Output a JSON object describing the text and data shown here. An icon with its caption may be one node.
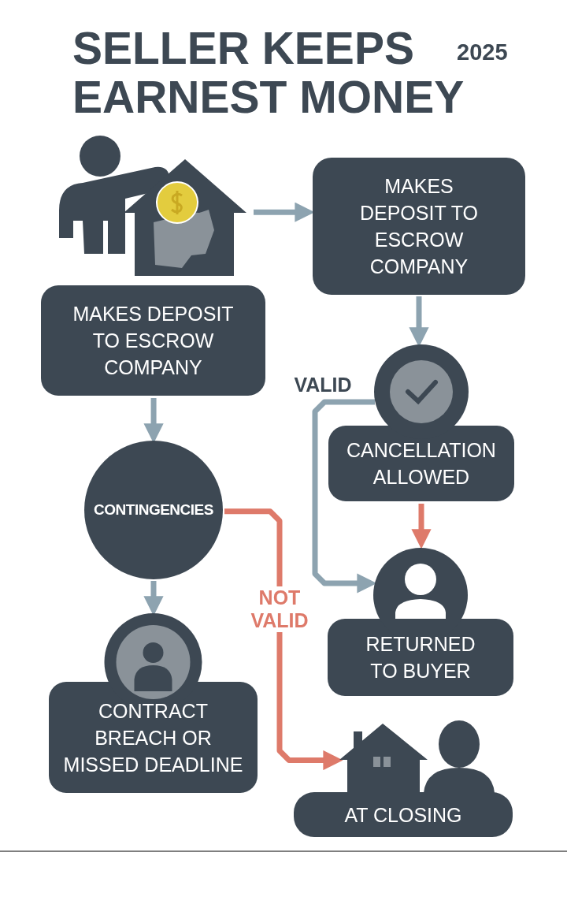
{
  "diagram": {
    "title": "SELLER KEEPS EARNEST MONEY",
    "nodes": [
      {
        "text": [],
        "shape": "picture"
      },
      {
        "text": [
          "MAKES DEPOSIT TO ESCROW COMPANY"
        ]
      },
      {
        "text": [
          "MAKES DEPOSIT TO ESCROW COMPANY"
        ]
      },
      {
        "text": [
          "CONTINGENCIES"
        ]
      },
      {
        "text": [
          "CANCELLATION ALLOWED"
        ]
      },
      {
        "text": [
          "RETURNED TO BUYER"
        ]
      },
      {
        "text": [
          "CONTRACT BREACH OR MISSED DEADLINE"
        ]
      },
      {
        "text": [
          "AT CLOSING"
        ]
      }
    ],
    "edges": [
      {
        "from": 0,
        "to": 2,
        "arrow": "to"
      },
      {
        "from": 1,
        "to": 3,
        "arrow": "to"
      },
      {
        "from": 3,
        "to": 6,
        "arrow": "to"
      },
      {
        "from": 2,
        "to": 4,
        "arrow": "to"
      },
      {
        "from": 4,
        "to": 5,
        "arrow": "to",
        "label": "VALID"
      },
      {
        "from": 4,
        "to": 5,
        "arrow": "to",
        "color": "#de7a6a"
      },
      {
        "from": 3,
        "to": 7,
        "arrow": "to",
        "label": "NOT VALID",
        "color": "#de7a6a"
      }
    ],
    "labels": [
      "2025"
    ]
  }
}
